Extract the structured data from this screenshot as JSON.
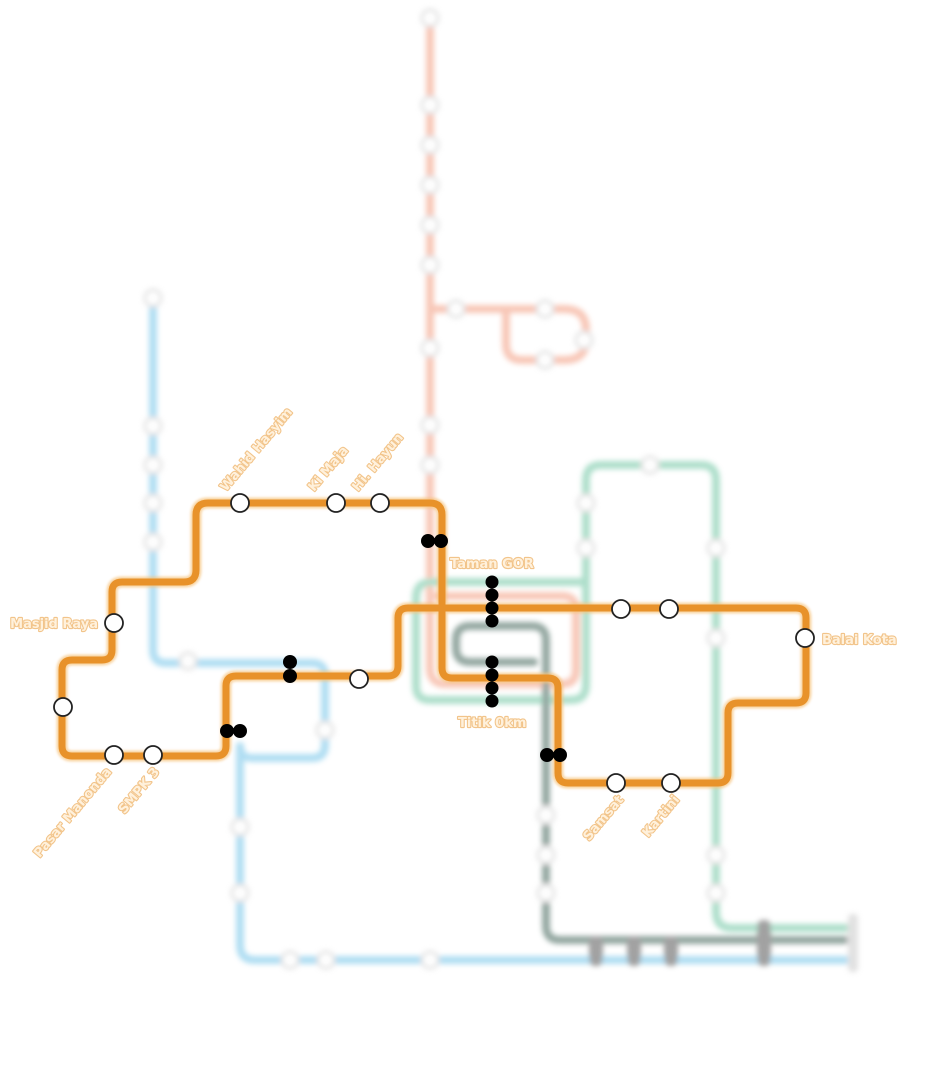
{
  "colors": {
    "focus_line": "#e8922a",
    "red_line": "#f7b39a",
    "blue_line": "#8fd0ee",
    "green_line": "#8fd2b4",
    "dark_line": "#5f7a70",
    "label": "#fff1dc"
  },
  "stations": {
    "wahid_hasyim": "Wahid Hasyim",
    "ki_maja": "Ki Maja",
    "hi_hayun": "Hi. Hayun",
    "taman_gor": "Taman GOR",
    "masjid_raya": "Masjid Raya",
    "balai_kota": "Balai Kota",
    "titik_0km": "Titik 0km",
    "pasar_manonda": "Pasar Manonda",
    "smpk3": "SMPK 3",
    "samsat": "Samsat",
    "kartini": "Kartini"
  }
}
